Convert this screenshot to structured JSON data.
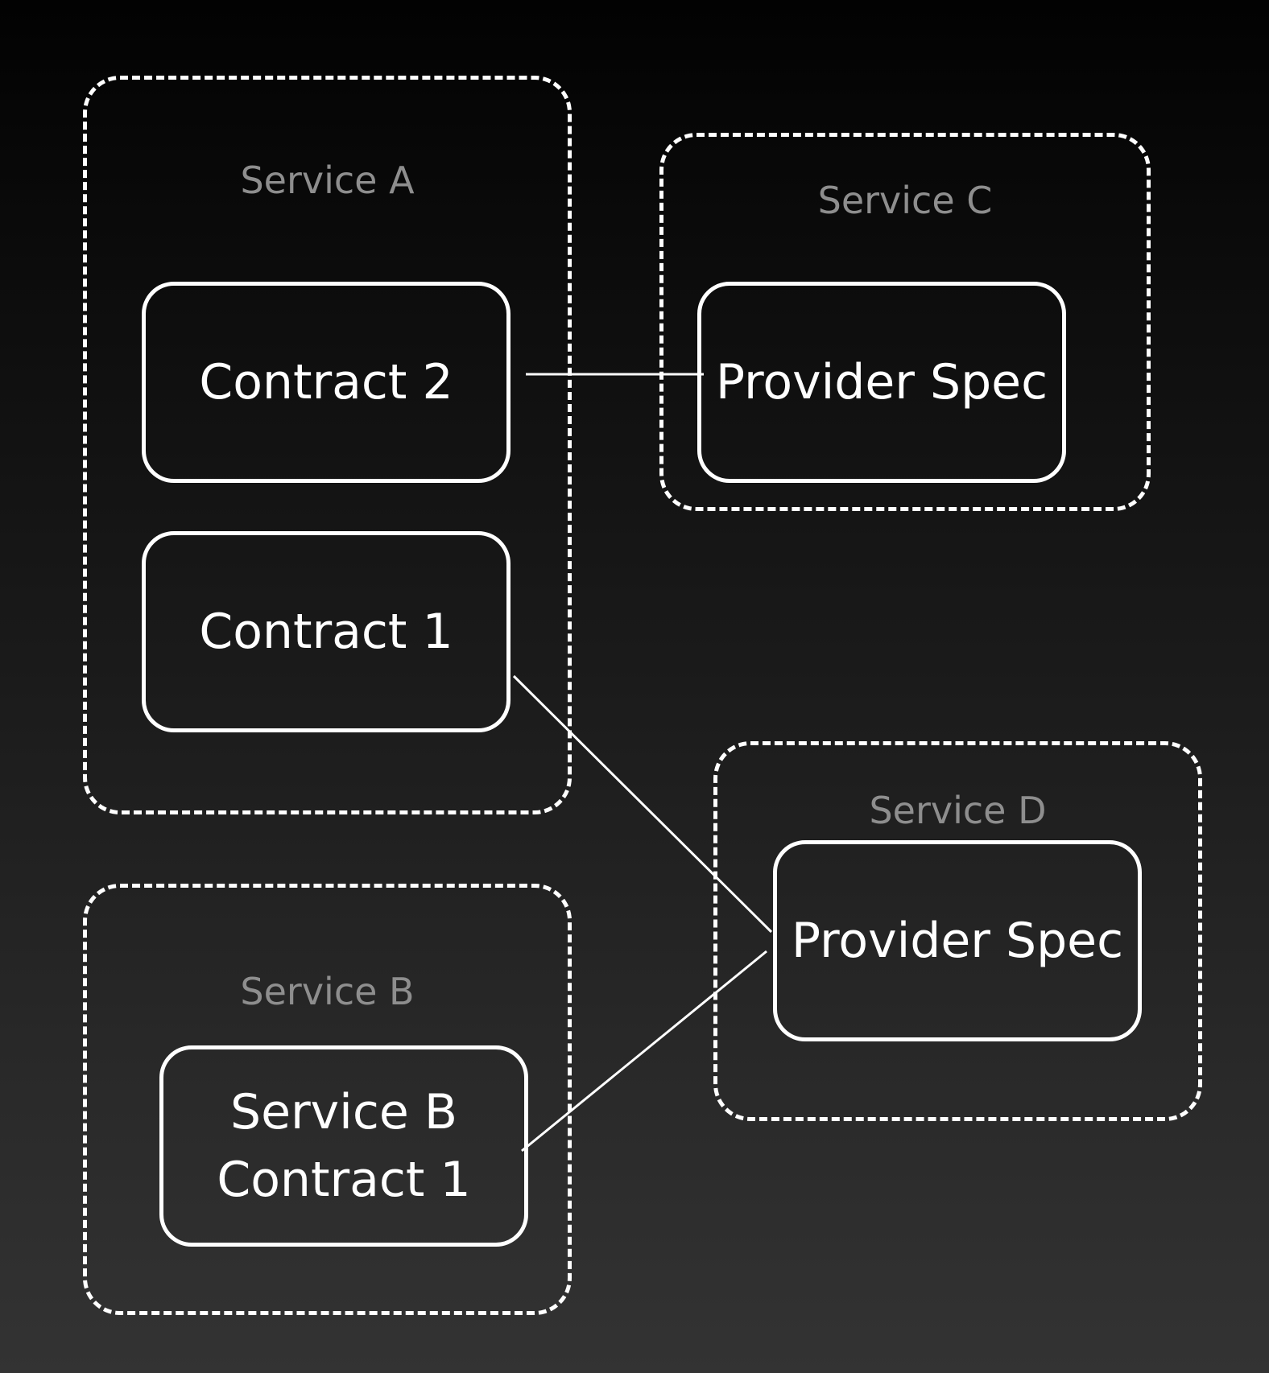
{
  "diagram": {
    "services": [
      {
        "id": "service-a",
        "label": "Service A"
      },
      {
        "id": "service-c",
        "label": "Service C"
      },
      {
        "id": "service-b",
        "label": "Service B"
      },
      {
        "id": "service-d",
        "label": "Service D"
      }
    ],
    "nodes": [
      {
        "id": "contract-2",
        "service": "service-a",
        "lines": [
          "Contract 2"
        ]
      },
      {
        "id": "contract-1",
        "service": "service-a",
        "lines": [
          "Contract 1"
        ]
      },
      {
        "id": "provider-spec-c",
        "service": "service-c",
        "lines": [
          "Provider Spec"
        ]
      },
      {
        "id": "service-b-contract-1",
        "service": "service-b",
        "lines": [
          "Service B",
          "Contract 1"
        ]
      },
      {
        "id": "provider-spec-d",
        "service": "service-d",
        "lines": [
          "Provider Spec"
        ]
      }
    ],
    "edges": [
      {
        "from": "contract-2",
        "to": "provider-spec-c"
      },
      {
        "from": "contract-1",
        "to": "provider-spec-d"
      },
      {
        "from": "service-b-contract-1",
        "to": "provider-spec-d"
      }
    ],
    "colors": {
      "stroke": "#ffffff",
      "service_label": "#8e8e8e",
      "node_text": "#ffffff"
    }
  }
}
